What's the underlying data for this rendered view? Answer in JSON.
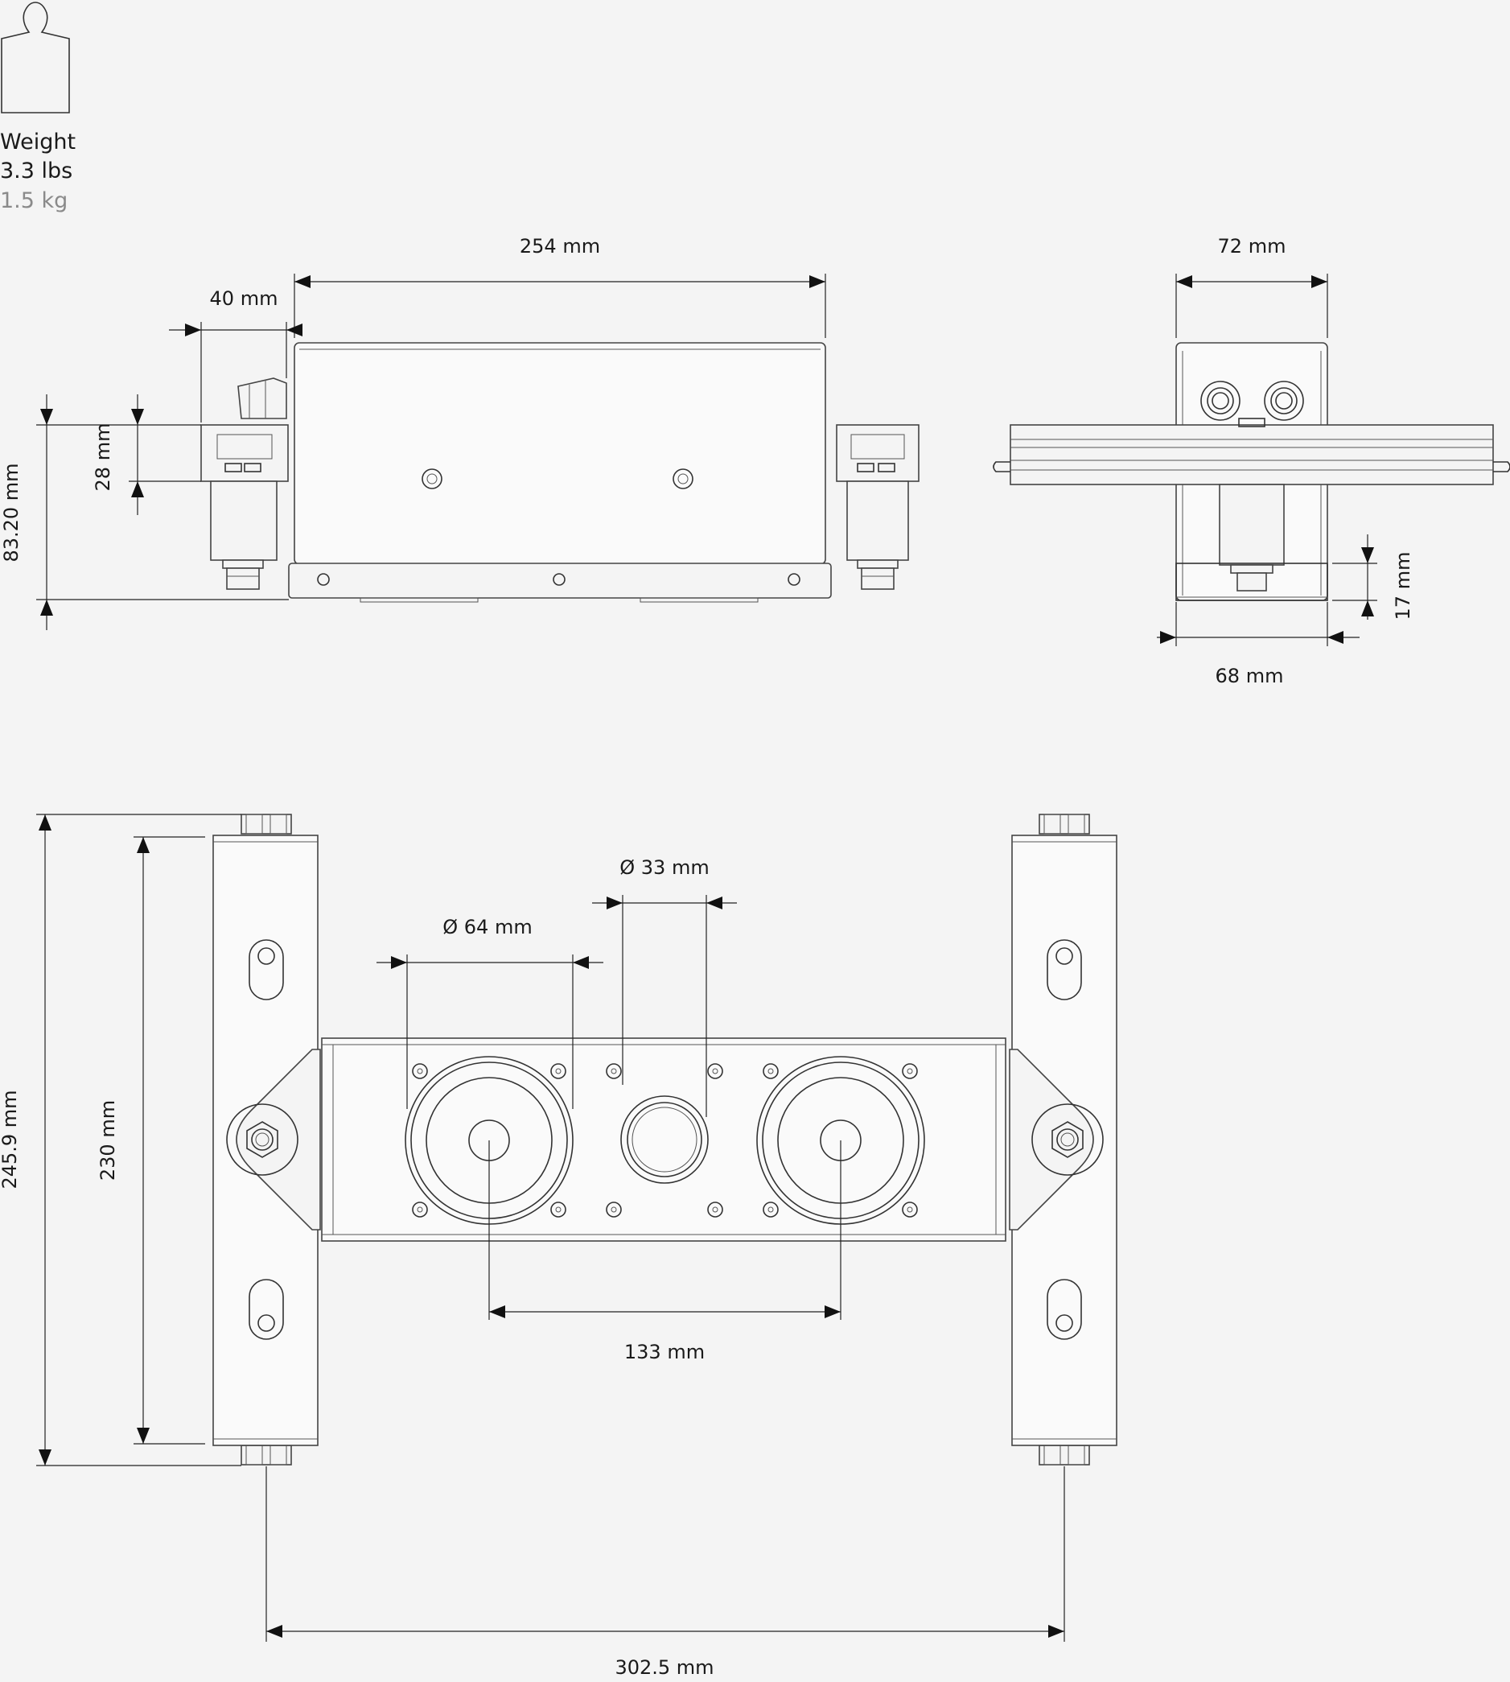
{
  "weight": {
    "icon": "weight-icon",
    "label": "Weight",
    "imperial": "3.3 lbs",
    "metric": "1.5 kg"
  },
  "side_view": {
    "length": "254 mm",
    "offset": "40 mm",
    "height": "83.20 mm",
    "rail_height": "28 mm"
  },
  "end_view": {
    "top_width": "72 mm",
    "bottom_width": "68 mm",
    "foot_height": "17 mm"
  },
  "top_view": {
    "woofer_diameter": "Ø 64 mm",
    "tweeter_diameter": "Ø 33 mm",
    "woofer_spacing": "133 mm",
    "rail_length_outer": "245.9 mm",
    "rail_length_inner": "230 mm",
    "rail_spacing": "302.5 mm"
  },
  "colors": {
    "background": "#f4f4f4",
    "line": "#333333",
    "text": "#1a1a1a",
    "muted_text": "#8a8a8a"
  }
}
